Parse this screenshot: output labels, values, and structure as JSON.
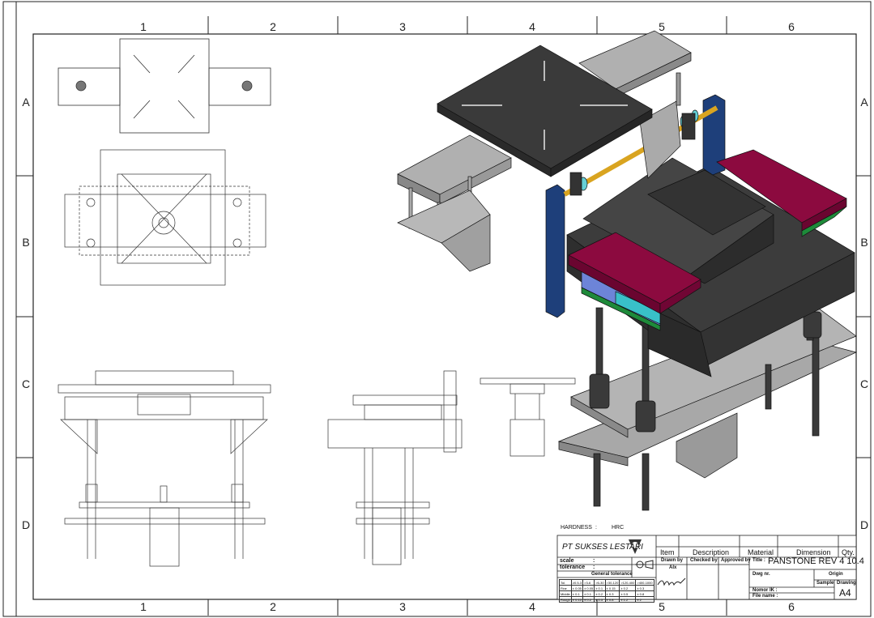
{
  "sheet": {
    "column_labels": [
      "1",
      "2",
      "3",
      "4",
      "5",
      "6"
    ],
    "row_labels": [
      "A",
      "B",
      "C",
      "D"
    ]
  },
  "notes": {
    "hardness_label": "HARDNESS",
    "hardness_sep": ":",
    "hardness_unit": "HRC"
  },
  "title_block": {
    "company": "PT SUKSES LESTARI",
    "scale_label": "scale",
    "scale_value": ":",
    "tolerance_label": "tolerance",
    "tolerance_value": ":",
    "general_tolerance_title": "General tolerance",
    "tolerance_table": [
      [
        "Tol.",
        "≥0.5-3",
        ">3-6",
        ">6-30",
        ">30-120",
        ">120-400",
        ">400-1000"
      ],
      [
        "Fine",
        "± 0.05",
        "± 0.05",
        "± 0.1",
        "± 0.15",
        "± 0.2",
        "± 0.3"
      ],
      [
        "Middle",
        "± 0.1",
        "± 0.1",
        "± 0.2",
        "± 0.3",
        "± 0.5",
        "± 0.8"
      ],
      [
        "Rough",
        "± 0.15",
        "± 0.2",
        "± 0.5",
        "± 0.8",
        "± 1.2",
        "± 2"
      ]
    ],
    "headers": {
      "item": "Item",
      "description": "Description",
      "material": "Material",
      "dimension": "Dimension",
      "qty": "Qty."
    },
    "drawn_by_label": "Drawn by",
    "drawn_by_value": "Alx",
    "checked_by_label": "Checked by",
    "approved_by_label": "Approved by",
    "title_label": "Title :",
    "title_value": "PANSTONE REV 4 10.4",
    "dwg_nr_label": "Dwg nr.",
    "origin_label": "Origin",
    "sample_label": "Sample",
    "drawing_label": "Drawing",
    "nomor_ik_label": "Nomor IK   :",
    "file_name_label": "File name  :",
    "paper_size": "A4"
  }
}
